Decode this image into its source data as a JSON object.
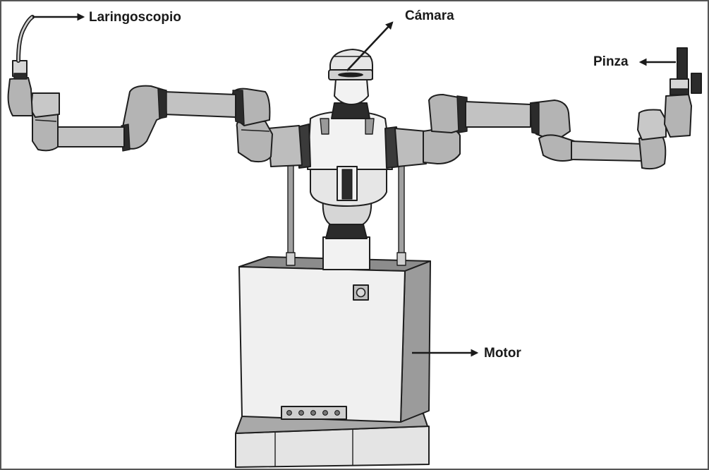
{
  "labels": {
    "laryngoscope": "Laringoscopio",
    "camera": "Cámara",
    "gripper": "Pinza",
    "motor": "Motor"
  },
  "colors": {
    "background": "#ffffff",
    "outline": "#1e1e1e",
    "limb_gray": "#b9b9b9",
    "light_gray": "#dddddd",
    "panel_white": "#f0f0f0",
    "joint_dark": "#2b2b2b",
    "base_side": "#9a9a9a",
    "text": "#1a1a1a"
  },
  "icons": [
    "laryngoscope-icon",
    "gripper-icon",
    "camera-visor-icon",
    "power-button-icon"
  ]
}
